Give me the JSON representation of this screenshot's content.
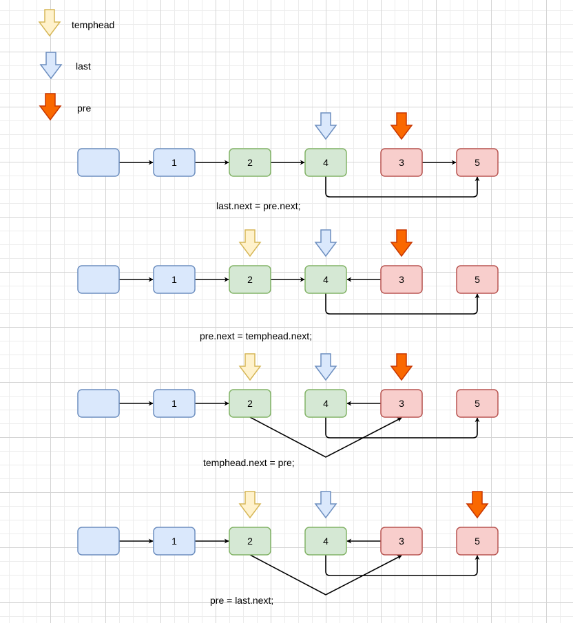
{
  "legend": {
    "temphead": "temphead",
    "last": "last",
    "pre": "pre"
  },
  "pointer_colors": {
    "temphead": {
      "fill": "#fff2cc",
      "stroke": "#d6b656"
    },
    "last": {
      "fill": "#dae8fc",
      "stroke": "#6c8ebf"
    },
    "pre": {
      "fill": "#fa6800",
      "stroke": "#c73500"
    }
  },
  "node_colors": {
    "head": {
      "fill": "#dae8fc",
      "stroke": "#6c8ebf"
    },
    "blue": {
      "fill": "#dae8fc",
      "stroke": "#6c8ebf"
    },
    "green": {
      "fill": "#d5e8d4",
      "stroke": "#82b366"
    },
    "red": {
      "fill": "#f8cecc",
      "stroke": "#b85450"
    }
  },
  "steps": [
    {
      "caption": "last.next = pre.next;",
      "nodes": [
        {
          "id": "h",
          "label": "",
          "color": "head"
        },
        {
          "id": "n1",
          "label": "1",
          "color": "blue"
        },
        {
          "id": "n2",
          "label": "2",
          "color": "green"
        },
        {
          "id": "n4",
          "label": "4",
          "color": "green"
        },
        {
          "id": "n3",
          "label": "3",
          "color": "red"
        },
        {
          "id": "n5",
          "label": "5",
          "color": "red"
        }
      ],
      "edges": [
        {
          "from": "h",
          "to": "n1"
        },
        {
          "from": "n1",
          "to": "n2"
        },
        {
          "from": "n2",
          "to": "n4"
        },
        {
          "from": "n3",
          "to": "n5"
        },
        {
          "from": "n4",
          "to": "n5",
          "route": "below"
        }
      ],
      "pointers": [
        {
          "name": "last",
          "node": "n4"
        },
        {
          "name": "pre",
          "node": "n3"
        }
      ]
    },
    {
      "caption": "pre.next = temphead.next;",
      "nodes": [
        {
          "id": "h",
          "label": "",
          "color": "head"
        },
        {
          "id": "n1",
          "label": "1",
          "color": "blue"
        },
        {
          "id": "n2",
          "label": "2",
          "color": "green"
        },
        {
          "id": "n4",
          "label": "4",
          "color": "green"
        },
        {
          "id": "n3",
          "label": "3",
          "color": "red"
        },
        {
          "id": "n5",
          "label": "5",
          "color": "red"
        }
      ],
      "edges": [
        {
          "from": "h",
          "to": "n1"
        },
        {
          "from": "n1",
          "to": "n2"
        },
        {
          "from": "n2",
          "to": "n4"
        },
        {
          "from": "n3",
          "to": "n4"
        },
        {
          "from": "n4",
          "to": "n5",
          "route": "below"
        }
      ],
      "pointers": [
        {
          "name": "temphead",
          "node": "n2"
        },
        {
          "name": "last",
          "node": "n4"
        },
        {
          "name": "pre",
          "node": "n3"
        }
      ]
    },
    {
      "caption": "temphead.next = pre;",
      "nodes": [
        {
          "id": "h",
          "label": "",
          "color": "head"
        },
        {
          "id": "n1",
          "label": "1",
          "color": "blue"
        },
        {
          "id": "n2",
          "label": "2",
          "color": "green"
        },
        {
          "id": "n4",
          "label": "4",
          "color": "green"
        },
        {
          "id": "n3",
          "label": "3",
          "color": "red"
        },
        {
          "id": "n5",
          "label": "5",
          "color": "red"
        }
      ],
      "edges": [
        {
          "from": "h",
          "to": "n1"
        },
        {
          "from": "n1",
          "to": "n2"
        },
        {
          "from": "n3",
          "to": "n4"
        },
        {
          "from": "n4",
          "to": "n5",
          "route": "below"
        },
        {
          "from": "n2",
          "to": "n3",
          "route": "v"
        }
      ],
      "pointers": [
        {
          "name": "temphead",
          "node": "n2"
        },
        {
          "name": "last",
          "node": "n4"
        },
        {
          "name": "pre",
          "node": "n3"
        }
      ]
    },
    {
      "caption": "pre = last.next;",
      "nodes": [
        {
          "id": "h",
          "label": "",
          "color": "head"
        },
        {
          "id": "n1",
          "label": "1",
          "color": "blue"
        },
        {
          "id": "n2",
          "label": "2",
          "color": "green"
        },
        {
          "id": "n4",
          "label": "4",
          "color": "green"
        },
        {
          "id": "n3",
          "label": "3",
          "color": "red"
        },
        {
          "id": "n5",
          "label": "5",
          "color": "red"
        }
      ],
      "edges": [
        {
          "from": "h",
          "to": "n1"
        },
        {
          "from": "n1",
          "to": "n2"
        },
        {
          "from": "n3",
          "to": "n4"
        },
        {
          "from": "n4",
          "to": "n5",
          "route": "below"
        },
        {
          "from": "n2",
          "to": "n3",
          "route": "v"
        }
      ],
      "pointers": [
        {
          "name": "temphead",
          "node": "n2"
        },
        {
          "name": "last",
          "node": "n4"
        },
        {
          "name": "pre",
          "node": "n5"
        }
      ]
    }
  ]
}
